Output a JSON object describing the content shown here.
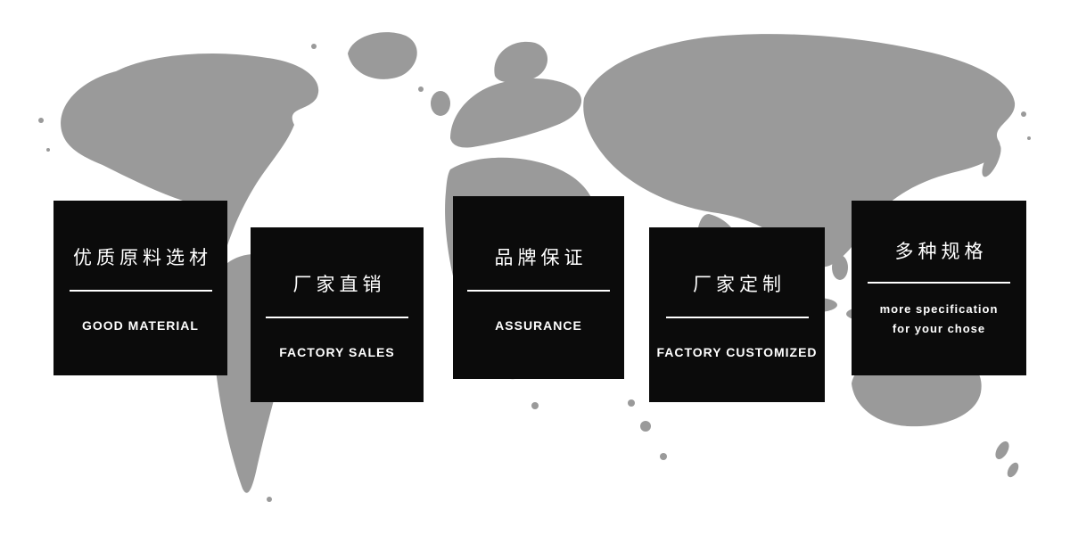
{
  "banner": {
    "description_labels": {
      "background": "world-map"
    }
  },
  "cards": [
    {
      "title_cn": "优质原料选材",
      "subtitle_en": "GOOD MATERIAL"
    },
    {
      "title_cn": "厂家直销",
      "subtitle_en": "FACTORY SALES"
    },
    {
      "title_cn": "品牌保证",
      "subtitle_en": "ASSURANCE"
    },
    {
      "title_cn": "厂家定制",
      "subtitle_en": "FACTORY CUSTOMIZED"
    },
    {
      "title_cn": "多种规格",
      "subtitle_en_line1": "more specification",
      "subtitle_en_line2": "for your chose"
    }
  ],
  "colors": {
    "card_bg": "#0b0b0b",
    "map": "#9a9a9a",
    "text": "#ffffff"
  }
}
